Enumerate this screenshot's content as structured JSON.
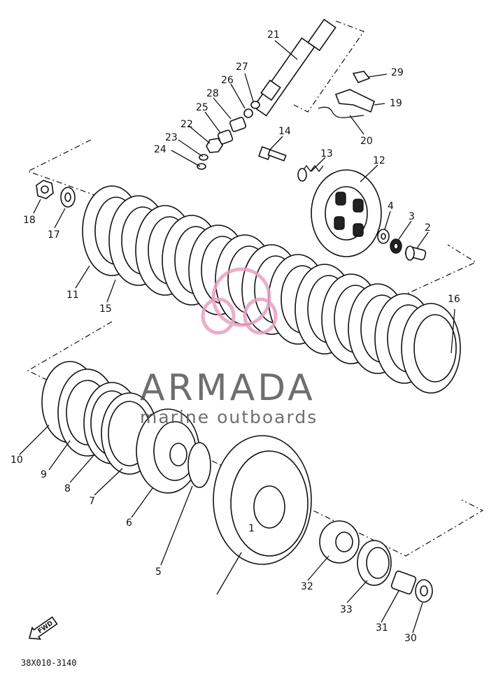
{
  "figure_code": "38X010-3140",
  "fwd_label": "FWD",
  "watermark": {
    "brand": "ARMADA",
    "tagline": "marine outboards",
    "color": "#e8a0c0"
  },
  "callouts": [
    "1",
    "2",
    "3",
    "4",
    "5",
    "6",
    "7",
    "8",
    "9",
    "10",
    "11",
    "12",
    "13",
    "14",
    "15",
    "16",
    "17",
    "18",
    "19",
    "20",
    "21",
    "22",
    "23",
    "24",
    "25",
    "26",
    "27",
    "28",
    "29",
    "30",
    "31",
    "32",
    "33"
  ]
}
